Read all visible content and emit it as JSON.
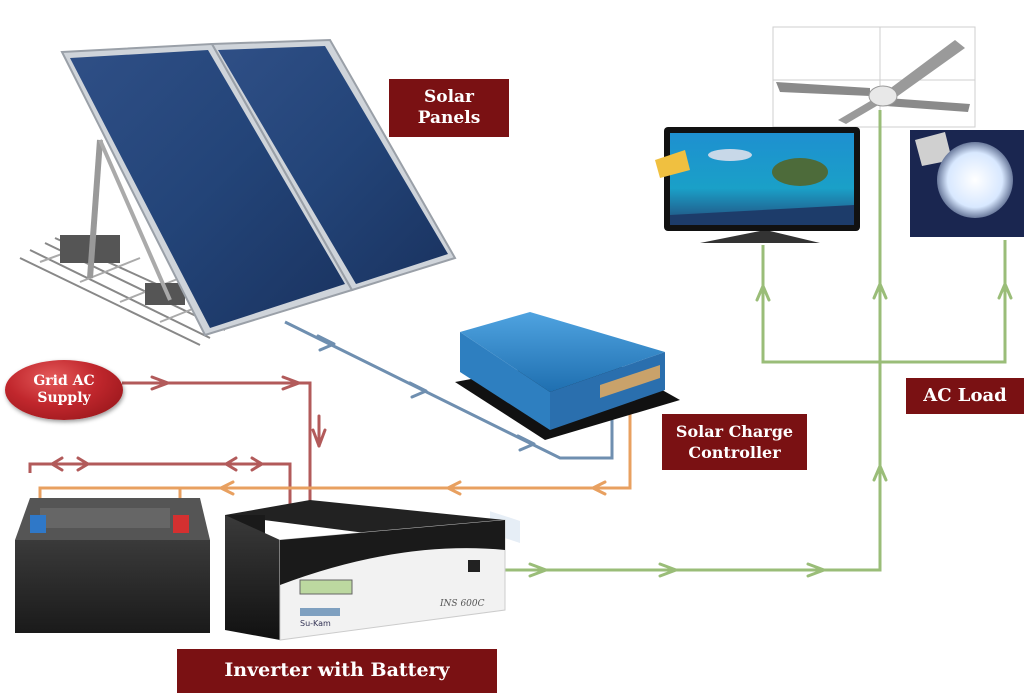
{
  "labels": {
    "solar_panels": [
      "Solar",
      "Panels"
    ],
    "grid_ac_supply": [
      "Grid AC",
      "Supply"
    ],
    "solar_charge_controller": [
      "Solar Charge",
      "Controller"
    ],
    "ac_load": "AC Load",
    "inverter_with_battery": "Inverter with Battery"
  },
  "devices": {
    "inverter_model": "INS 600C",
    "inverter_brand": "Su-Kam"
  },
  "colors": {
    "label_bg": "#7a1113",
    "dc_from_panel": "#6f8fb0",
    "dc_to_battery": "#e8a060",
    "grid_line": "#b25a5a",
    "ac_output": "#9abd78"
  }
}
